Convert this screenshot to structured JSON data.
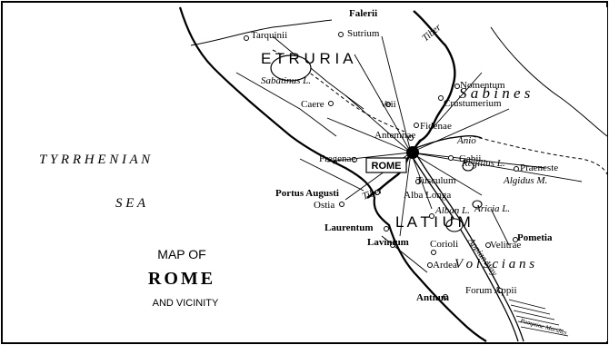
{
  "map": {
    "caption": {
      "line1": "MAP OF",
      "line2": "ROME",
      "line3": "AND VICINITY"
    },
    "seas": {
      "name1": "T Y R R H E N I A N",
      "name2": "S E A"
    },
    "regions": {
      "etruria": "E T R U R I A",
      "sabines": "S a b i n e s",
      "latium": "L A T I U M",
      "volscians": "V o l s c i a n s"
    },
    "rivers": {
      "tiber_upper": "Tiber",
      "tiber_lower": "Tiber",
      "anio": "Anio"
    },
    "lakes": {
      "sabatinus": "Sabatinus L.",
      "regillus": "Regillus L.",
      "alban": "Alban L.",
      "aricia": "Aricia L."
    },
    "mountains": {
      "algidus": "Algidus M."
    },
    "marshes": "Pomptine Marshes",
    "roads": {
      "appian_way": "Appian Way"
    },
    "places": {
      "falerii": "Falerii",
      "tarquinii": "Tarquinii",
      "sutrium": "Sutrium",
      "nomentum": "Nomentum",
      "crustumerium": "Crustumerium",
      "caere": "Caere",
      "veii": "Veii",
      "fidenae": "Fidenae",
      "antemnae": "Antemnae",
      "rome": "ROME",
      "fregenae": "Fregenae",
      "gabii": "Gabii",
      "praeneste": "Praeneste",
      "tusculum": "Tusculum",
      "portus_augusti": "Portus Augusti",
      "ostia": "Ostia",
      "alba_longa": "Alba Longa",
      "laurentum": "Laurentum",
      "lavinium": "Lavinium",
      "corioli": "Corioli",
      "velitrae": "Velitrae",
      "pometia": "Pometia",
      "ardea": "Ardea",
      "forum_appii": "Forum Appii",
      "antium": "Antium"
    }
  }
}
